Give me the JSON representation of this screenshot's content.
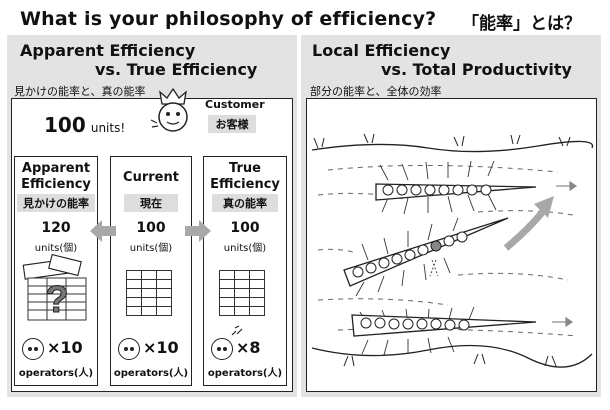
{
  "header": {
    "title": "What is your philosophy of efficiency?",
    "title_jp": "「能率」とは？"
  },
  "left_panel": {
    "heading_line1": "Apparent Efficiency",
    "heading_line2": "vs. True Efficiency",
    "subtitle_jp": "見かけの能率と、真の能率",
    "customer": {
      "label_en": "Customer",
      "label_jp": "お客様",
      "demand_number": "100",
      "demand_units": "units!"
    },
    "boxes": [
      {
        "title_line1": "Apparent",
        "title_line2": "Efficiency",
        "tag": "見かけの能率",
        "number": "120",
        "units": "units(個)",
        "icon": "question-mark-icon",
        "operator_count": "10",
        "operators": "operators(人)"
      },
      {
        "title_line1": "Current",
        "title_line2": "",
        "tag": "現在",
        "number": "100",
        "units": "units(個)",
        "icon": "neat-stack-icon",
        "operator_count": "10",
        "operators": "operators(人)"
      },
      {
        "title_line1": "True",
        "title_line2": "Efficiency",
        "tag": "真の能率",
        "number": "100",
        "units": "units(個)",
        "icon": "neat-stack-icon",
        "operator_count": "8",
        "operators": "operators(人)"
      }
    ],
    "multiply_sign": "×"
  },
  "right_panel": {
    "heading_line1": "Local Efficiency",
    "heading_line2": "vs. Total Productivity",
    "subtitle_jp": "部分の能率と、全体の効率"
  },
  "colors": {
    "panel_bg": "#e3e3e3",
    "arrow_gray": "#a8a8a8",
    "tag_bg": "#dddddd",
    "ink": "#111111"
  }
}
